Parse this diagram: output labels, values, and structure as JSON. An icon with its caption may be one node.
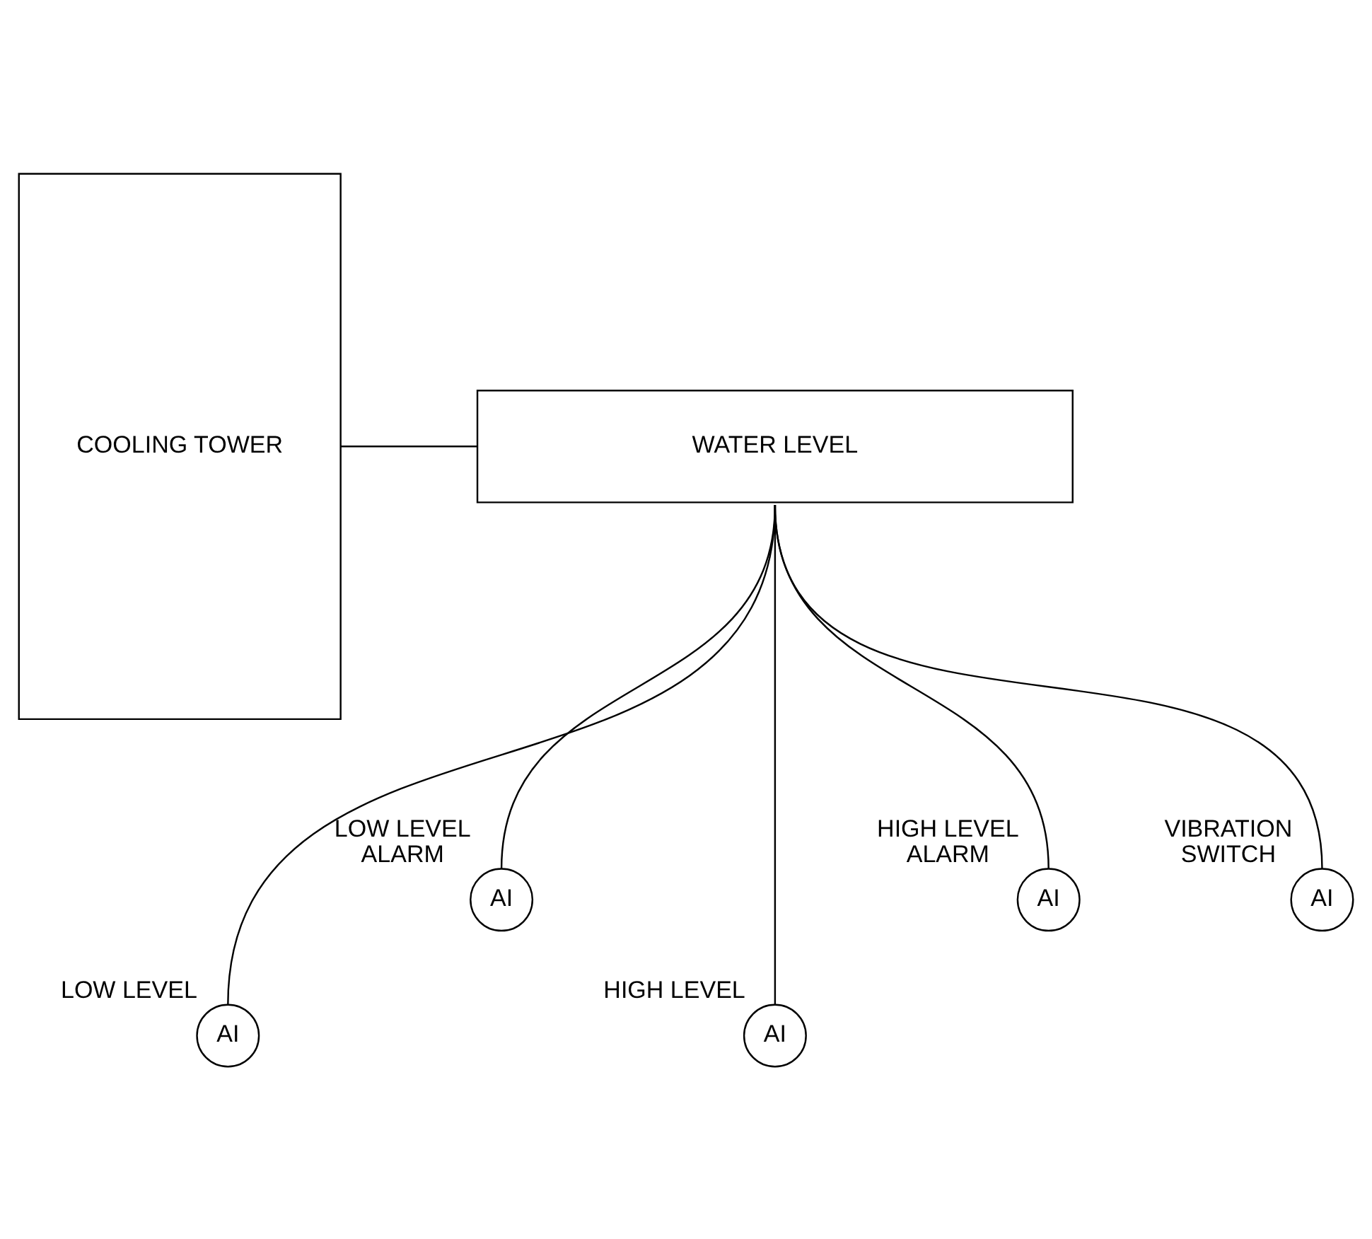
{
  "diagram": {
    "nodes": [
      {
        "text": [
          "COOLING TOWER"
        ]
      },
      {
        "text": [
          "WATER LEVEL"
        ]
      },
      {
        "text": [
          "AI"
        ],
        "beside": [
          "LOW LEVEL"
        ]
      },
      {
        "text": [
          "AI"
        ],
        "beside": [
          "LOW LEVEL ALARM"
        ]
      },
      {
        "text": [
          "AI"
        ],
        "beside": [
          "HIGH LEVEL"
        ]
      },
      {
        "text": [
          "AI"
        ],
        "beside": [
          "HIGH LEVEL ALARM"
        ]
      },
      {
        "text": [
          "AI"
        ],
        "beside": [
          "VIBRATION SWITCH"
        ]
      }
    ],
    "edges": [
      {
        "from": 0,
        "to": 1,
        "arrow": "none"
      },
      {
        "from": 1,
        "to": 2,
        "arrow": "none"
      },
      {
        "from": 1,
        "to": 3,
        "arrow": "none"
      },
      {
        "from": 1,
        "to": 4,
        "arrow": "none"
      },
      {
        "from": 1,
        "to": 5,
        "arrow": "none"
      },
      {
        "from": 1,
        "to": 6,
        "arrow": "none"
      }
    ]
  }
}
